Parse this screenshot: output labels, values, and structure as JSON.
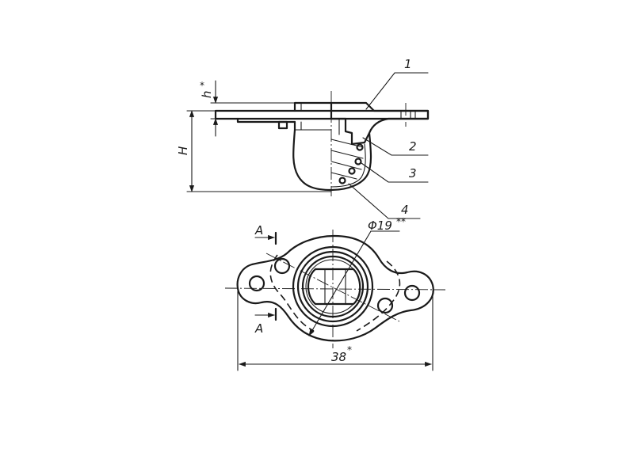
{
  "callouts": {
    "part1": "1",
    "part2": "2",
    "part3": "3",
    "part4": "4"
  },
  "dimensions": {
    "height_total": "H",
    "height_flange": "h",
    "flange_mark": "*",
    "diameter": "Φ19",
    "diameter_mark": "**",
    "length": "38",
    "length_mark": "*"
  },
  "section": {
    "label_top": "A",
    "label_bottom": "A"
  }
}
